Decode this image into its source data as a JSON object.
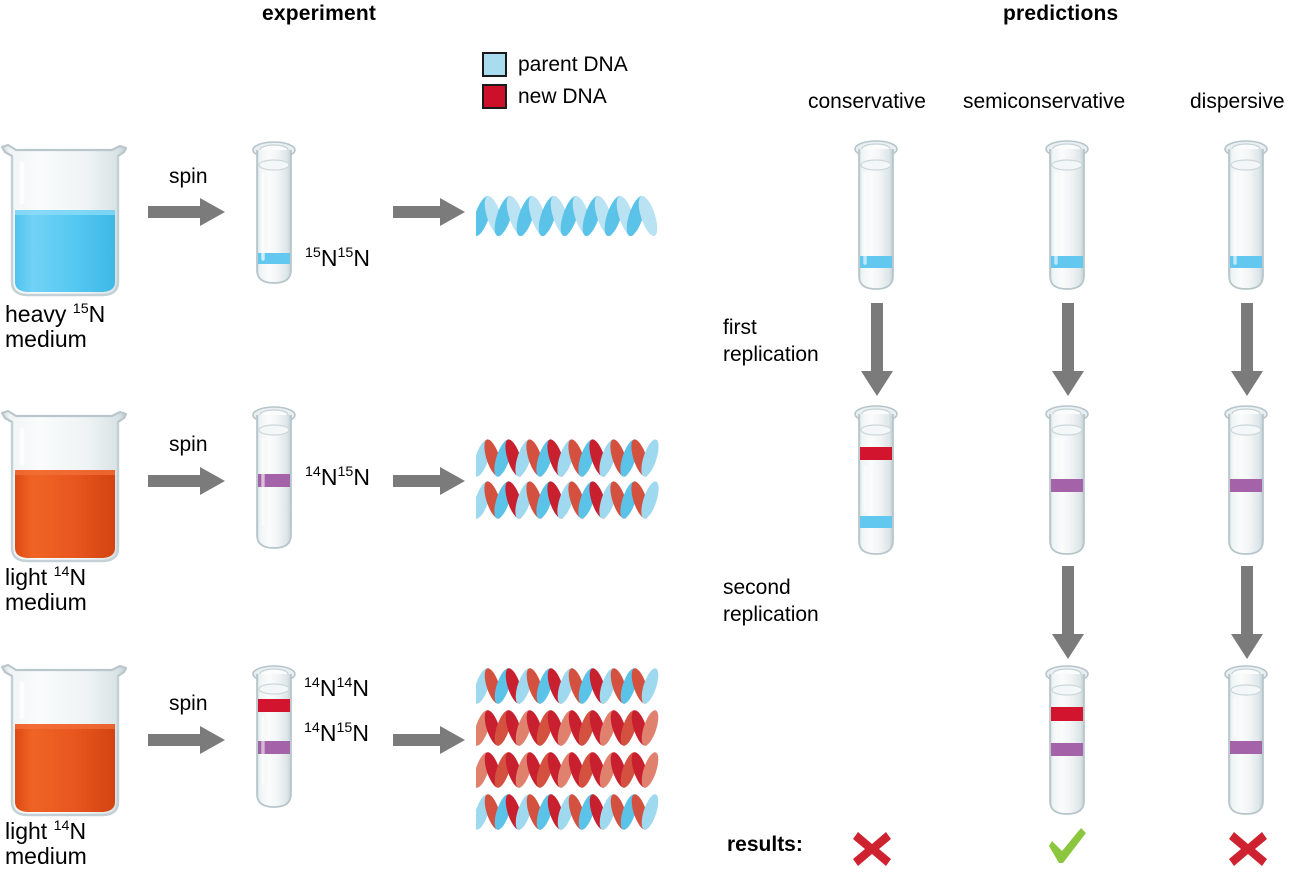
{
  "headers": {
    "experiment": "experiment",
    "predictions": "predictions"
  },
  "legend": {
    "items": [
      {
        "label": "parent DNA",
        "color": "#aadcef",
        "icon": "legend-swatch-parent"
      },
      {
        "label": "new DNA",
        "color": "#cd1029",
        "icon": "legend-swatch-new"
      }
    ]
  },
  "colors": {
    "parent_blue": "#aadcef",
    "band_blue": "#62c8ef",
    "new_red": "#cd1029",
    "band_red": "#d2142f",
    "band_purple": "#a463a8",
    "helix_red": "#d4503f",
    "helix_dark_red": "#c8202f",
    "helix_blue": "#5bc2e8",
    "helix_light_blue": "#b9e2f3",
    "arrow_gray": "#7b7b7b",
    "medium_blue": "#5ccaf2",
    "medium_orange": "#e8561e",
    "glass": "#e8eef0",
    "check_green": "#8cc63f",
    "cross_red": "#cf2231"
  },
  "experiment": {
    "rows": [
      {
        "medium_label_line1": "heavy",
        "medium_label_iso_sup": "15",
        "medium_label_iso_base": "N",
        "medium_label_line2": "medium",
        "medium_color": "#5ccaf2",
        "spin_label": "spin",
        "tube_bands": [
          {
            "color": "#62c8ef",
            "name": "band-blue"
          }
        ],
        "tube_labels": [
          {
            "sup1": "15",
            "base1": "N",
            "sup2": "15",
            "base2": "N"
          }
        ],
        "helices": [
          {
            "strand_a": "blue",
            "strand_b": "light-blue"
          }
        ]
      },
      {
        "medium_label_line1": "light",
        "medium_label_iso_sup": "14",
        "medium_label_iso_base": "N",
        "medium_label_line2": "medium",
        "medium_color": "#e8561e",
        "spin_label": "spin",
        "tube_bands": [
          {
            "color": "#a463a8",
            "name": "band-purple"
          }
        ],
        "tube_labels": [
          {
            "sup1": "14",
            "base1": "N",
            "sup2": "15",
            "base2": "N"
          }
        ],
        "helices": [
          {
            "strand_a": "blue",
            "strand_b": "red"
          },
          {
            "strand_a": "blue",
            "strand_b": "red"
          }
        ]
      },
      {
        "medium_label_line1": "light",
        "medium_label_iso_sup": "14",
        "medium_label_iso_base": "N",
        "medium_label_line2": "medium",
        "medium_color": "#e8561e",
        "spin_label": "spin",
        "tube_bands": [
          {
            "color": "#d2142f",
            "name": "band-red"
          },
          {
            "color": "#a463a8",
            "name": "band-purple"
          }
        ],
        "tube_labels": [
          {
            "sup1": "14",
            "base1": "N",
            "sup2": "14",
            "base2": "N"
          },
          {
            "sup1": "14",
            "base1": "N",
            "sup2": "15",
            "base2": "N"
          }
        ],
        "helices": [
          {
            "strand_a": "blue",
            "strand_b": "red"
          },
          {
            "strand_a": "red",
            "strand_b": "red"
          },
          {
            "strand_a": "red",
            "strand_b": "red"
          },
          {
            "strand_a": "blue",
            "strand_b": "red"
          }
        ]
      }
    ]
  },
  "predictions": {
    "column_labels": [
      "conservative",
      "semiconservative",
      "dispersive"
    ],
    "step_labels": {
      "first": "first\nreplication",
      "first_line1": "first",
      "first_line2": "replication",
      "second_line1": "second",
      "second_line2": "replication"
    },
    "generation0": [
      {
        "column": "conservative",
        "bands": [
          {
            "color": "#62c8ef",
            "pos": "bottom"
          }
        ]
      },
      {
        "column": "semiconservative",
        "bands": [
          {
            "color": "#62c8ef",
            "pos": "bottom"
          }
        ]
      },
      {
        "column": "dispersive",
        "bands": [
          {
            "color": "#62c8ef",
            "pos": "bottom"
          }
        ]
      }
    ],
    "generation1": [
      {
        "column": "conservative",
        "bands": [
          {
            "color": "#d2142f",
            "pos": "upper"
          },
          {
            "color": "#62c8ef",
            "pos": "lower"
          }
        ]
      },
      {
        "column": "semiconservative",
        "bands": [
          {
            "color": "#a463a8",
            "pos": "middle"
          }
        ]
      },
      {
        "column": "dispersive",
        "bands": [
          {
            "color": "#a463a8",
            "pos": "middle"
          }
        ]
      }
    ],
    "generation2": [
      {
        "column": "conservative",
        "bands": []
      },
      {
        "column": "semiconservative",
        "bands": [
          {
            "color": "#d2142f",
            "pos": "upper"
          },
          {
            "color": "#a463a8",
            "pos": "mid"
          }
        ]
      },
      {
        "column": "dispersive",
        "bands": [
          {
            "color": "#a463a8",
            "pos": "mid"
          }
        ]
      }
    ],
    "results_label": "results:",
    "results": [
      {
        "column": "conservative",
        "verdict": "cross",
        "color": "#cf2231"
      },
      {
        "column": "semiconservative",
        "verdict": "check",
        "color": "#8cc63f"
      },
      {
        "column": "dispersive",
        "verdict": "cross",
        "color": "#cf2231"
      }
    ]
  }
}
